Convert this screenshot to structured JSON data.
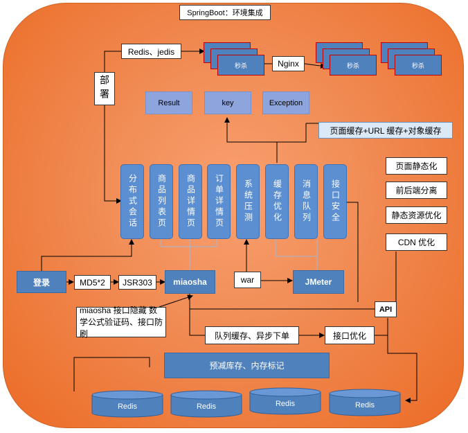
{
  "title": "SpringBoot：环境集成",
  "deploy": {
    "label": "部署",
    "redis_jedis": "Redis、jedis",
    "nginx": "Nginx",
    "miaosha_card": "秒杀"
  },
  "top_boxes": [
    "Result",
    "key",
    "Exception"
  ],
  "cache_title": "页面缓存+URL 缓存+对象缓存",
  "modules": [
    "分布式会话",
    "商品列表页",
    "商品详情页",
    "订单详情页",
    "系统压测",
    "缓存优化",
    "消息队列",
    "接口安全"
  ],
  "right_list": [
    "页面静态化",
    "前后端分离",
    "静态资源优化",
    "CDN 优化"
  ],
  "login": "登录",
  "md5": "MD5*2",
  "jsr": "JSR303",
  "miaosha": "miaosha",
  "war": "war",
  "jmeter": "JMeter",
  "api": "API",
  "note": "miaosha 接口隐藏 数学公式验证码、接口防刷",
  "queue": "队列缓存、异步下单",
  "api_opt": "接口优化",
  "stock": "预减库存、内存标记",
  "redis": [
    "Redis",
    "Redis",
    "Redis",
    "Redis"
  ],
  "colors": {
    "accent": "#ec6b25",
    "blue": "#4f81bd",
    "lavender": "#8ea4dc"
  }
}
